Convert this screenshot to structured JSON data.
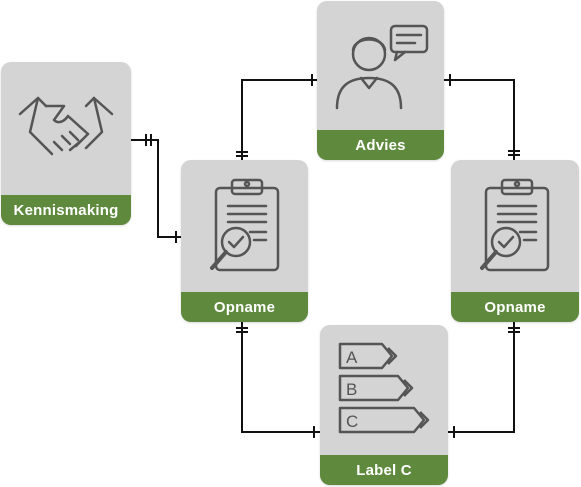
{
  "nodes": {
    "kennismaking": {
      "label": "Kennismaking",
      "icon": "handshake-icon"
    },
    "advies": {
      "label": "Advies",
      "icon": "consultant-chat-icon"
    },
    "opname_left": {
      "label": "Opname",
      "icon": "clipboard-inspection-icon"
    },
    "opname_right": {
      "label": "Opname",
      "icon": "clipboard-inspection-icon"
    },
    "label_c": {
      "label": "Label C",
      "icon": "energy-label-icon",
      "energy_classes": [
        "A",
        "B",
        "C"
      ]
    }
  },
  "colors": {
    "card_bg": "#d4d4d4",
    "label_bg": "#5f8a3d",
    "icon_stroke": "#555555",
    "connector": "#111111"
  }
}
